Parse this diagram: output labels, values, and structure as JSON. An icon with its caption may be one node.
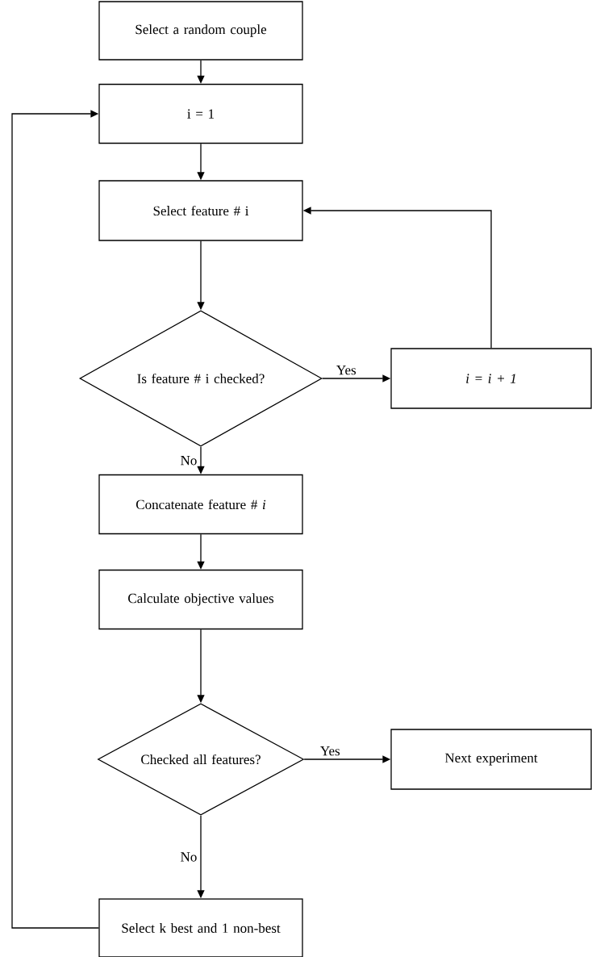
{
  "diagram": {
    "nodes": [
      {
        "text": [
          "Select a random couple"
        ]
      },
      {
        "text": [
          "i = 1"
        ]
      },
      {
        "text": [
          "Select feature # i"
        ]
      },
      {
        "text": [
          "Is feature # i checked?"
        ]
      },
      {
        "text": [
          "*i = i + 1*"
        ]
      },
      {
        "text": [
          "Concatenate feature # *i*"
        ]
      },
      {
        "text": [
          "Calculate objective values"
        ]
      },
      {
        "text": [
          "Checked all features?"
        ]
      },
      {
        "text": [
          "Next experiment"
        ]
      },
      {
        "text": [
          "Select k best and 1 non-best"
        ]
      }
    ],
    "edges": [
      {
        "from": 0,
        "to": 1,
        "arrow": "to"
      },
      {
        "from": 1,
        "to": 2,
        "arrow": "to"
      },
      {
        "from": 2,
        "to": 3,
        "arrow": "to"
      },
      {
        "from": 3,
        "to": 4,
        "arrow": "to",
        "label": "Yes"
      },
      {
        "from": 4,
        "to": 2,
        "arrow": "to"
      },
      {
        "from": 3,
        "to": 5,
        "arrow": "to",
        "label": "No"
      },
      {
        "from": 5,
        "to": 6,
        "arrow": "to"
      },
      {
        "from": 6,
        "to": 7,
        "arrow": "to"
      },
      {
        "from": 7,
        "to": 8,
        "arrow": "to",
        "label": "Yes"
      },
      {
        "from": 7,
        "to": 9,
        "arrow": "to",
        "label": "No"
      },
      {
        "from": 9,
        "to": 1,
        "arrow": "to"
      }
    ]
  }
}
